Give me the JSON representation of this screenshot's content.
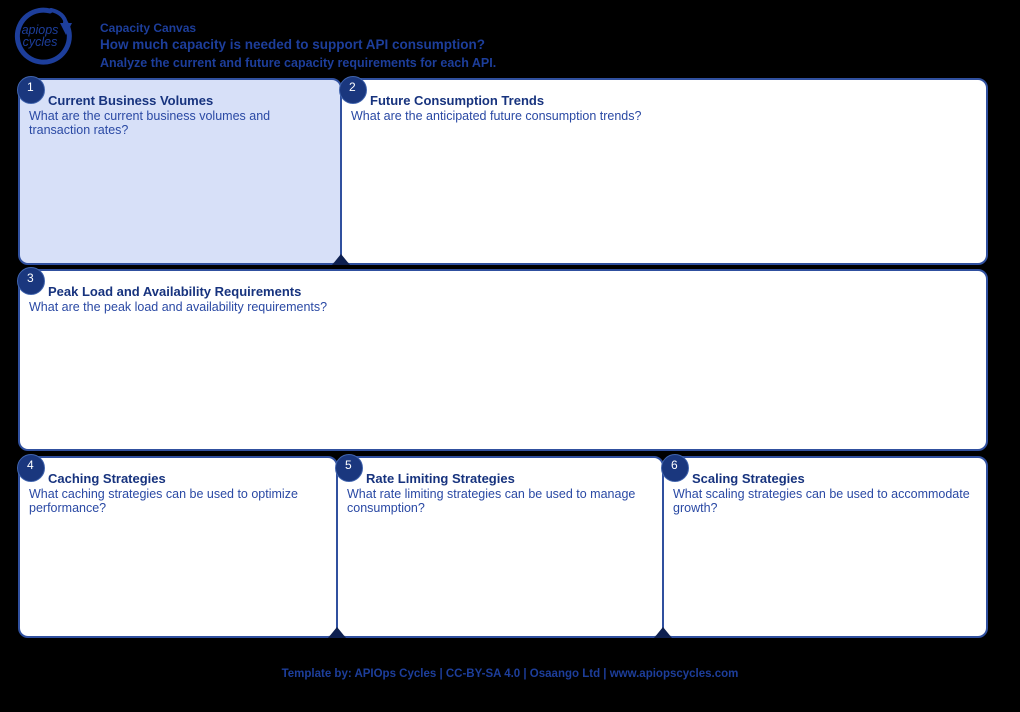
{
  "header": {
    "logo": {
      "line1": "apiops",
      "line2": "cycles"
    },
    "title": "Capacity Canvas",
    "subtitle": "How much capacity is needed to support API consumption?",
    "description": "Analyze the current and future capacity requirements for each API."
  },
  "sections": [
    {
      "number": "1",
      "title": "Current Business Volumes",
      "question": "What are the current business volumes and transaction rates?",
      "highlighted": true
    },
    {
      "number": "2",
      "title": "Future Consumption Trends",
      "question": "What are the anticipated future consumption trends?",
      "highlighted": false
    },
    {
      "number": "3",
      "title": "Peak Load and Availability Requirements",
      "question": "What are the peak load and availability requirements?",
      "highlighted": false
    },
    {
      "number": "4",
      "title": "Caching Strategies",
      "question": "What caching strategies can be used to optimize performance?",
      "highlighted": false
    },
    {
      "number": "5",
      "title": "Rate Limiting Strategies",
      "question": "What rate limiting strategies can be used to manage consumption?",
      "highlighted": false
    },
    {
      "number": "6",
      "title": "Scaling Strategies",
      "question": "What scaling strategies can be used to accommodate growth?",
      "highlighted": false
    }
  ],
  "footer": {
    "credit": "Template by: APIOps Cycles | CC-BY-SA 4.0 | Osaango Ltd | www.apiopscycles.com"
  },
  "colors": {
    "background": "#000000",
    "line": "#30509f",
    "highlight_fill": "#d7e0f8",
    "box_fill": "#ffffff",
    "badge_fill": "#1a377e",
    "title_text": "#17337e",
    "body_text": "#2a49a4",
    "header_text": "#1d3e9b"
  }
}
